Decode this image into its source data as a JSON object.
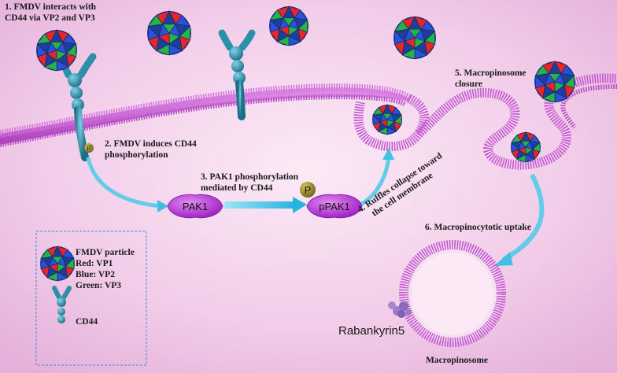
{
  "steps": {
    "s1": {
      "line1": "1. FMDV interacts with",
      "line2": "CD44 via VP2 and VP3"
    },
    "s2": {
      "line1": "2. FMDV induces CD44",
      "line2": "phosphorylation"
    },
    "s3": {
      "line1": "3. PAK1 phosphorylation",
      "line2": "mediated by CD44"
    },
    "s4": {
      "line1": "4. Ruffles collapse toward",
      "line2": "the cell membrane"
    },
    "s5": {
      "line1": "5. Macropinosome",
      "line2": "closure"
    },
    "s6": "6. Macropinocytotic uptake"
  },
  "molecules": {
    "pak1": "PAK1",
    "ppak1": "pPAK1",
    "phospho": "P",
    "rabankyrin": "Rabankyrin5",
    "macropinosome": "Macropinosome"
  },
  "legend": {
    "particle_title": "FMDV particle",
    "vp1": "Red: VP1",
    "vp2": "Blue: VP2",
    "vp3": "Green: VP3",
    "cd44": "CD44"
  },
  "colors": {
    "vp1": "#e8262a",
    "vp2": "#2a52d8",
    "vp3": "#28b34a",
    "membrane": "#c35ad2",
    "cd44": "#2e8fa8",
    "pak": "#b23ad6",
    "arrow": "#4fc8e8"
  }
}
